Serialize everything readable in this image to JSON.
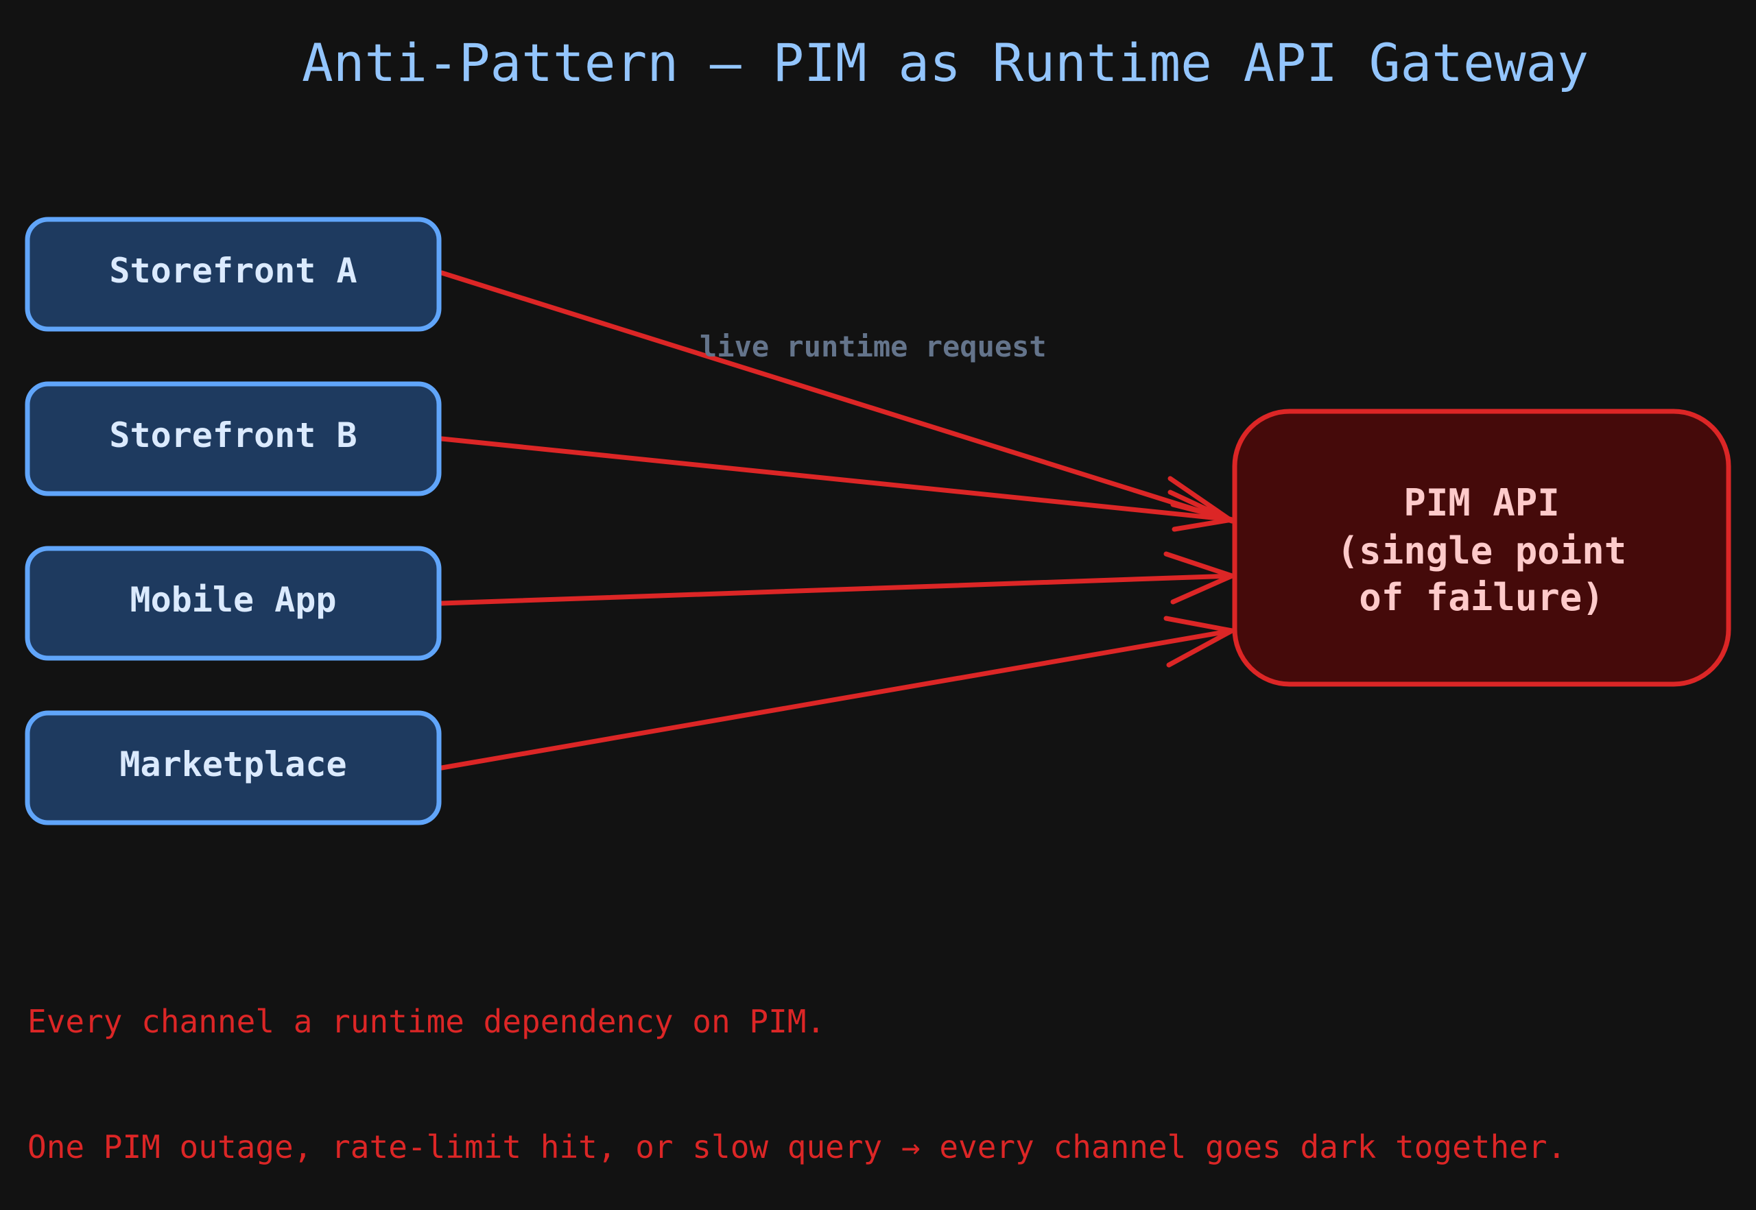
{
  "title": "Anti-Pattern — PIM as Runtime API Gateway",
  "channels": [
    {
      "label": "Storefront A"
    },
    {
      "label": "Storefront B"
    },
    {
      "label": "Mobile App"
    },
    {
      "label": "Marketplace"
    }
  ],
  "edge_label": "live runtime request",
  "pim": {
    "line1": "PIM API",
    "line2": "(single point",
    "line3": "of failure)"
  },
  "footer": {
    "line1": "Every channel a runtime dependency on PIM.",
    "line2": "One PIM outage, rate-limit hit, or slow query → every channel goes dark together."
  },
  "colors": {
    "background": "#121212",
    "title": "#93c5fd",
    "channel_fill": "#1e3a5f",
    "channel_stroke": "#60a5fa",
    "channel_text": "#dbeafe",
    "pim_fill": "#450a0a",
    "pim_stroke": "#dc2626",
    "pim_text": "#fecaca",
    "edge": "#dc2626",
    "edge_label": "#64748b",
    "footer": "#dc2626"
  }
}
